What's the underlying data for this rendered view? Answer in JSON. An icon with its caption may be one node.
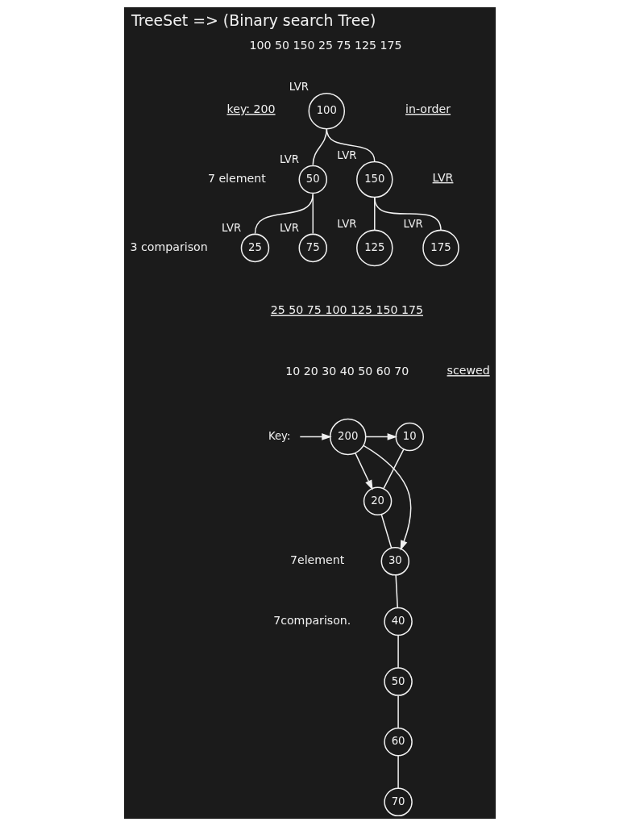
{
  "diagram": {
    "title": "TreeSet => (Binary search Tree)",
    "nodes": [
      {
        "text": [
          "100"
        ],
        "beside": [
          "LVR"
        ]
      },
      {
        "text": [
          "50"
        ],
        "beside": [
          "LVR"
        ]
      },
      {
        "text": [
          "150"
        ],
        "beside": [
          "LVR"
        ]
      },
      {
        "text": [
          "25"
        ],
        "beside": [
          "LVR"
        ]
      },
      {
        "text": [
          "75"
        ],
        "beside": [
          "LVR"
        ]
      },
      {
        "text": [
          "125"
        ],
        "beside": [
          "LVR"
        ]
      },
      {
        "text": [
          "175"
        ],
        "beside": [
          "LVR"
        ]
      },
      {
        "text": [
          "Key:"
        ]
      },
      {
        "text": [
          "200"
        ]
      },
      {
        "text": [
          "10"
        ]
      },
      {
        "text": [
          "20"
        ]
      },
      {
        "text": [
          "30"
        ]
      },
      {
        "text": [
          "40"
        ]
      },
      {
        "text": [
          "50"
        ]
      },
      {
        "text": [
          "60"
        ]
      },
      {
        "text": [
          "70"
        ]
      }
    ],
    "edges": [
      {
        "from": 0,
        "to": 1,
        "arrow": "none"
      },
      {
        "from": 0,
        "to": 2,
        "arrow": "none"
      },
      {
        "from": 1,
        "to": 3,
        "arrow": "none"
      },
      {
        "from": 1,
        "to": 4,
        "arrow": "none"
      },
      {
        "from": 2,
        "to": 5,
        "arrow": "none"
      },
      {
        "from": 2,
        "to": 6,
        "arrow": "none"
      },
      {
        "from": 7,
        "to": 8,
        "arrow": "to"
      },
      {
        "from": 8,
        "to": 9,
        "arrow": "to"
      },
      {
        "from": 8,
        "to": 10,
        "arrow": "to"
      },
      {
        "from": 8,
        "to": 11,
        "arrow": "to"
      },
      {
        "from": 9,
        "to": 10,
        "arrow": "none"
      },
      {
        "from": 10,
        "to": 11,
        "arrow": "none"
      },
      {
        "from": 11,
        "to": 12,
        "arrow": "none"
      },
      {
        "from": 12,
        "to": 13,
        "arrow": "none"
      },
      {
        "from": 13,
        "to": 14,
        "arrow": "none"
      },
      {
        "from": 14,
        "to": 15,
        "arrow": "none"
      }
    ],
    "labels": [
      "100 50 150 25 75 125 175",
      "key: 200",
      "in-order",
      "LVR",
      "7 element",
      "3 comparison",
      "25 50 75 100 125 150 175",
      "10 20 30 40 50 60 70",
      "scewed",
      "7element",
      "7comparison."
    ]
  }
}
